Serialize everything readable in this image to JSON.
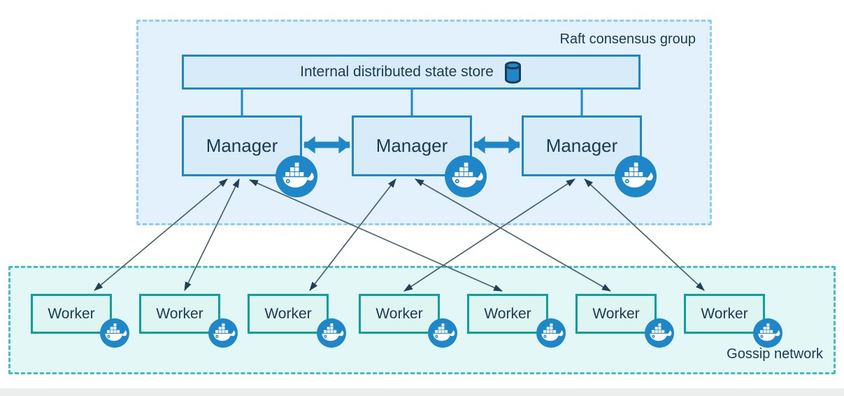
{
  "raft_group": {
    "label": "Raft consensus group",
    "state_store": {
      "label": "Internal distributed state store",
      "icon": "database-cylinder-icon"
    },
    "managers": [
      {
        "label": "Manager",
        "icon": "docker-whale-icon"
      },
      {
        "label": "Manager",
        "icon": "docker-whale-icon"
      },
      {
        "label": "Manager",
        "icon": "docker-whale-icon"
      }
    ]
  },
  "gossip_network": {
    "label": "Gossip network",
    "workers": [
      {
        "label": "Worker",
        "icon": "docker-whale-icon"
      },
      {
        "label": "Worker",
        "icon": "docker-whale-icon"
      },
      {
        "label": "Worker",
        "icon": "docker-whale-icon"
      },
      {
        "label": "Worker",
        "icon": "docker-whale-icon"
      },
      {
        "label": "Worker",
        "icon": "docker-whale-icon"
      },
      {
        "label": "Worker",
        "icon": "docker-whale-icon"
      },
      {
        "label": "Worker",
        "icon": "docker-whale-icon"
      }
    ]
  },
  "colors": {
    "docker_blue": "#1E87C9",
    "worker_teal": "#0FA09B",
    "text_navy": "#1C3A52",
    "arrow_slate": "#46626F"
  }
}
